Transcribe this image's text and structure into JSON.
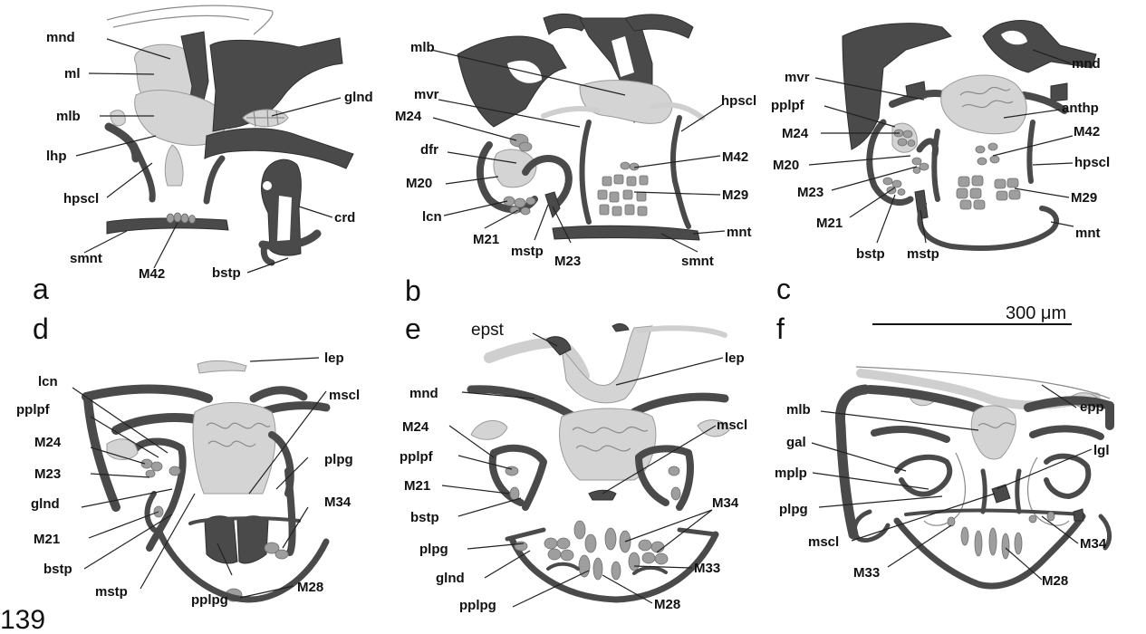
{
  "figure": {
    "page_number": "139",
    "scale_bar": "300 μm",
    "panels": [
      {
        "key": "a",
        "letter": "a",
        "labels": {
          "mnd": "mnd",
          "ml": "ml",
          "mlb": "mlb",
          "lhp": "lhp",
          "hpscl": "hpscl",
          "smnt": "smnt",
          "M42": "M42",
          "bstp": "bstp",
          "crd": "crd",
          "glnd": "glnd"
        }
      },
      {
        "key": "b",
        "letter": "b",
        "labels": {
          "mlb": "mlb",
          "mvr": "mvr",
          "M24": "M24",
          "dfr": "dfr",
          "M20": "M20",
          "lcn": "lcn",
          "M21": "M21",
          "mstp": "mstp",
          "M23": "M23",
          "smnt": "smnt",
          "mnt": "mnt",
          "M29": "M29",
          "M42": "M42",
          "hpscl": "hpscl"
        }
      },
      {
        "key": "c",
        "letter": "c",
        "labels": {
          "mnd": "mnd",
          "mvr": "mvr",
          "pplpf": "pplpf",
          "M24": "M24",
          "M20": "M20",
          "M23": "M23",
          "M21": "M21",
          "bstp": "bstp",
          "mstp": "mstp",
          "mnt": "mnt",
          "M29": "M29",
          "hpscl": "hpscl",
          "M42": "M42",
          "anthp": "anthp"
        }
      },
      {
        "key": "d",
        "letter": "d",
        "labels": {
          "lep": "lep",
          "lcn": "lcn",
          "pplpf": "pplpf",
          "M24": "M24",
          "M23": "M23",
          "glnd": "glnd",
          "M21": "M21",
          "bstp": "bstp",
          "mstp": "mstp",
          "pplpg": "pplpg",
          "M28": "M28",
          "M34": "M34",
          "plpg": "plpg",
          "mscl": "mscl"
        }
      },
      {
        "key": "e",
        "letter": "e",
        "labels": {
          "epst": "epst",
          "lep": "lep",
          "mnd": "mnd",
          "M24": "M24",
          "pplpf": "pplpf",
          "M21": "M21",
          "bstp": "bstp",
          "plpg": "plpg",
          "glnd": "glnd",
          "pplpg": "pplpg",
          "M28": "M28",
          "M33": "M33",
          "M34": "M34",
          "mscl": "mscl"
        }
      },
      {
        "key": "f",
        "letter": "f",
        "labels": {
          "epp": "epp",
          "mlb": "mlb",
          "gal": "gal",
          "mplp": "mplp",
          "plpg": "plpg",
          "mscl": "mscl",
          "M33": "M33",
          "M28": "M28",
          "M34": "M34",
          "lgl": "lgl"
        }
      }
    ]
  }
}
